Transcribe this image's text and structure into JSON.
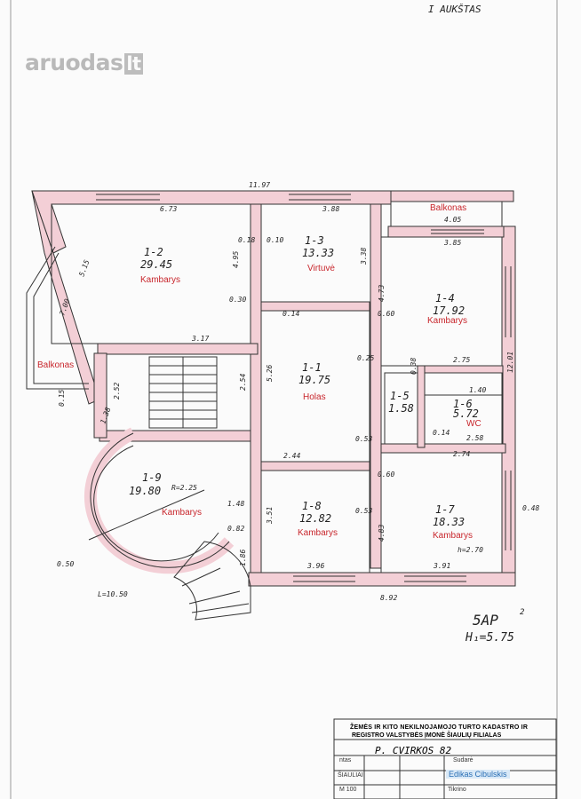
{
  "header": {
    "floor_label": "I AUKŠTAS"
  },
  "watermark": {
    "brand": "aruodas",
    "tld": "lt"
  },
  "rooms": [
    {
      "id": "1-1",
      "area": "19.75",
      "label": "Holas"
    },
    {
      "id": "1-2",
      "area": "29.45",
      "label": "Kambarys"
    },
    {
      "id": "1-3",
      "area": "13.33",
      "label": "Virtuvė"
    },
    {
      "id": "1-4",
      "area": "17.92",
      "label": "Kambarys"
    },
    {
      "id": "1-5",
      "area": "1.58",
      "label": ""
    },
    {
      "id": "1-6",
      "area": "5.72",
      "label": "WC"
    },
    {
      "id": "1-7",
      "area": "18.33",
      "label": "Kambarys"
    },
    {
      "id": "1-8",
      "area": "12.82",
      "label": "Kambarys"
    },
    {
      "id": "1-9",
      "area": "19.80",
      "label": "Kambarys"
    }
  ],
  "balconies": [
    "Balkonas",
    "Balkonas"
  ],
  "dimensions": {
    "total_top": "11.97",
    "total_bottom": "8.92",
    "d_6_73": "6.73",
    "d_3_88": "3.88",
    "d_4_05": "4.05",
    "d_3_85": "3.85",
    "d_4_95": "4.95",
    "d_3_38": "3.38",
    "d_5_15": "5.15",
    "d_7_00": "7.00",
    "d_0_30": "0.30",
    "d_0_14": "0.14",
    "d_4_73": "4.73",
    "d_0_60": "0.60",
    "d_3_17": "3.17",
    "d_2_52": "2.52",
    "d_2_54": "2.54",
    "d_5_26": "5.26",
    "d_0_25": "0.25",
    "d_0_38": "0.38",
    "d_2_75": "2.75",
    "d_12_01": "12.01",
    "d_1_38": "1.38",
    "d_0_15": "0.15",
    "d_1_40": "1.40",
    "d_2_58": "2.58",
    "d_0_53": "0.53",
    "d_2_44": "2.44",
    "d_2_74": "2.74",
    "d_0_48": "0.48",
    "d_r": "R=2.25",
    "d_1_48": "1.48",
    "d_3_51": "3.51",
    "d_0_82": "0.82",
    "d_1_86": "1.86",
    "d_3_96": "3.96",
    "d_3_91": "3.91",
    "d_4_83": "4.83",
    "d_h": "h=2.70",
    "d_10_50": "L=10.50",
    "d_0_50": "0.50",
    "d_0_10": "0.10",
    "d_0_18": "0.18"
  },
  "footnote": {
    "code": "5AP",
    "sup": "2",
    "height": "H₁=5.75"
  },
  "stamp": {
    "line1": "ŽEMĖS IR KITO NEKILNOJAMOJO TURTO KADASTRO IR",
    "line2": "REGISTRO VALSTYBĖS ĮMONĖ ŠIAULIŲ FILIALAS",
    "address": "P. CVIRKOS 82",
    "city": "ŠIAULIAI",
    "scale": "M 100",
    "col1": "ntas",
    "col2": "Sudarė",
    "signer": "Edikas Cibulskis",
    "check": "Tikrino"
  },
  "colors": {
    "wall": "#f3cfd6",
    "ink": "#222222",
    "room_label": "#c8262c"
  }
}
